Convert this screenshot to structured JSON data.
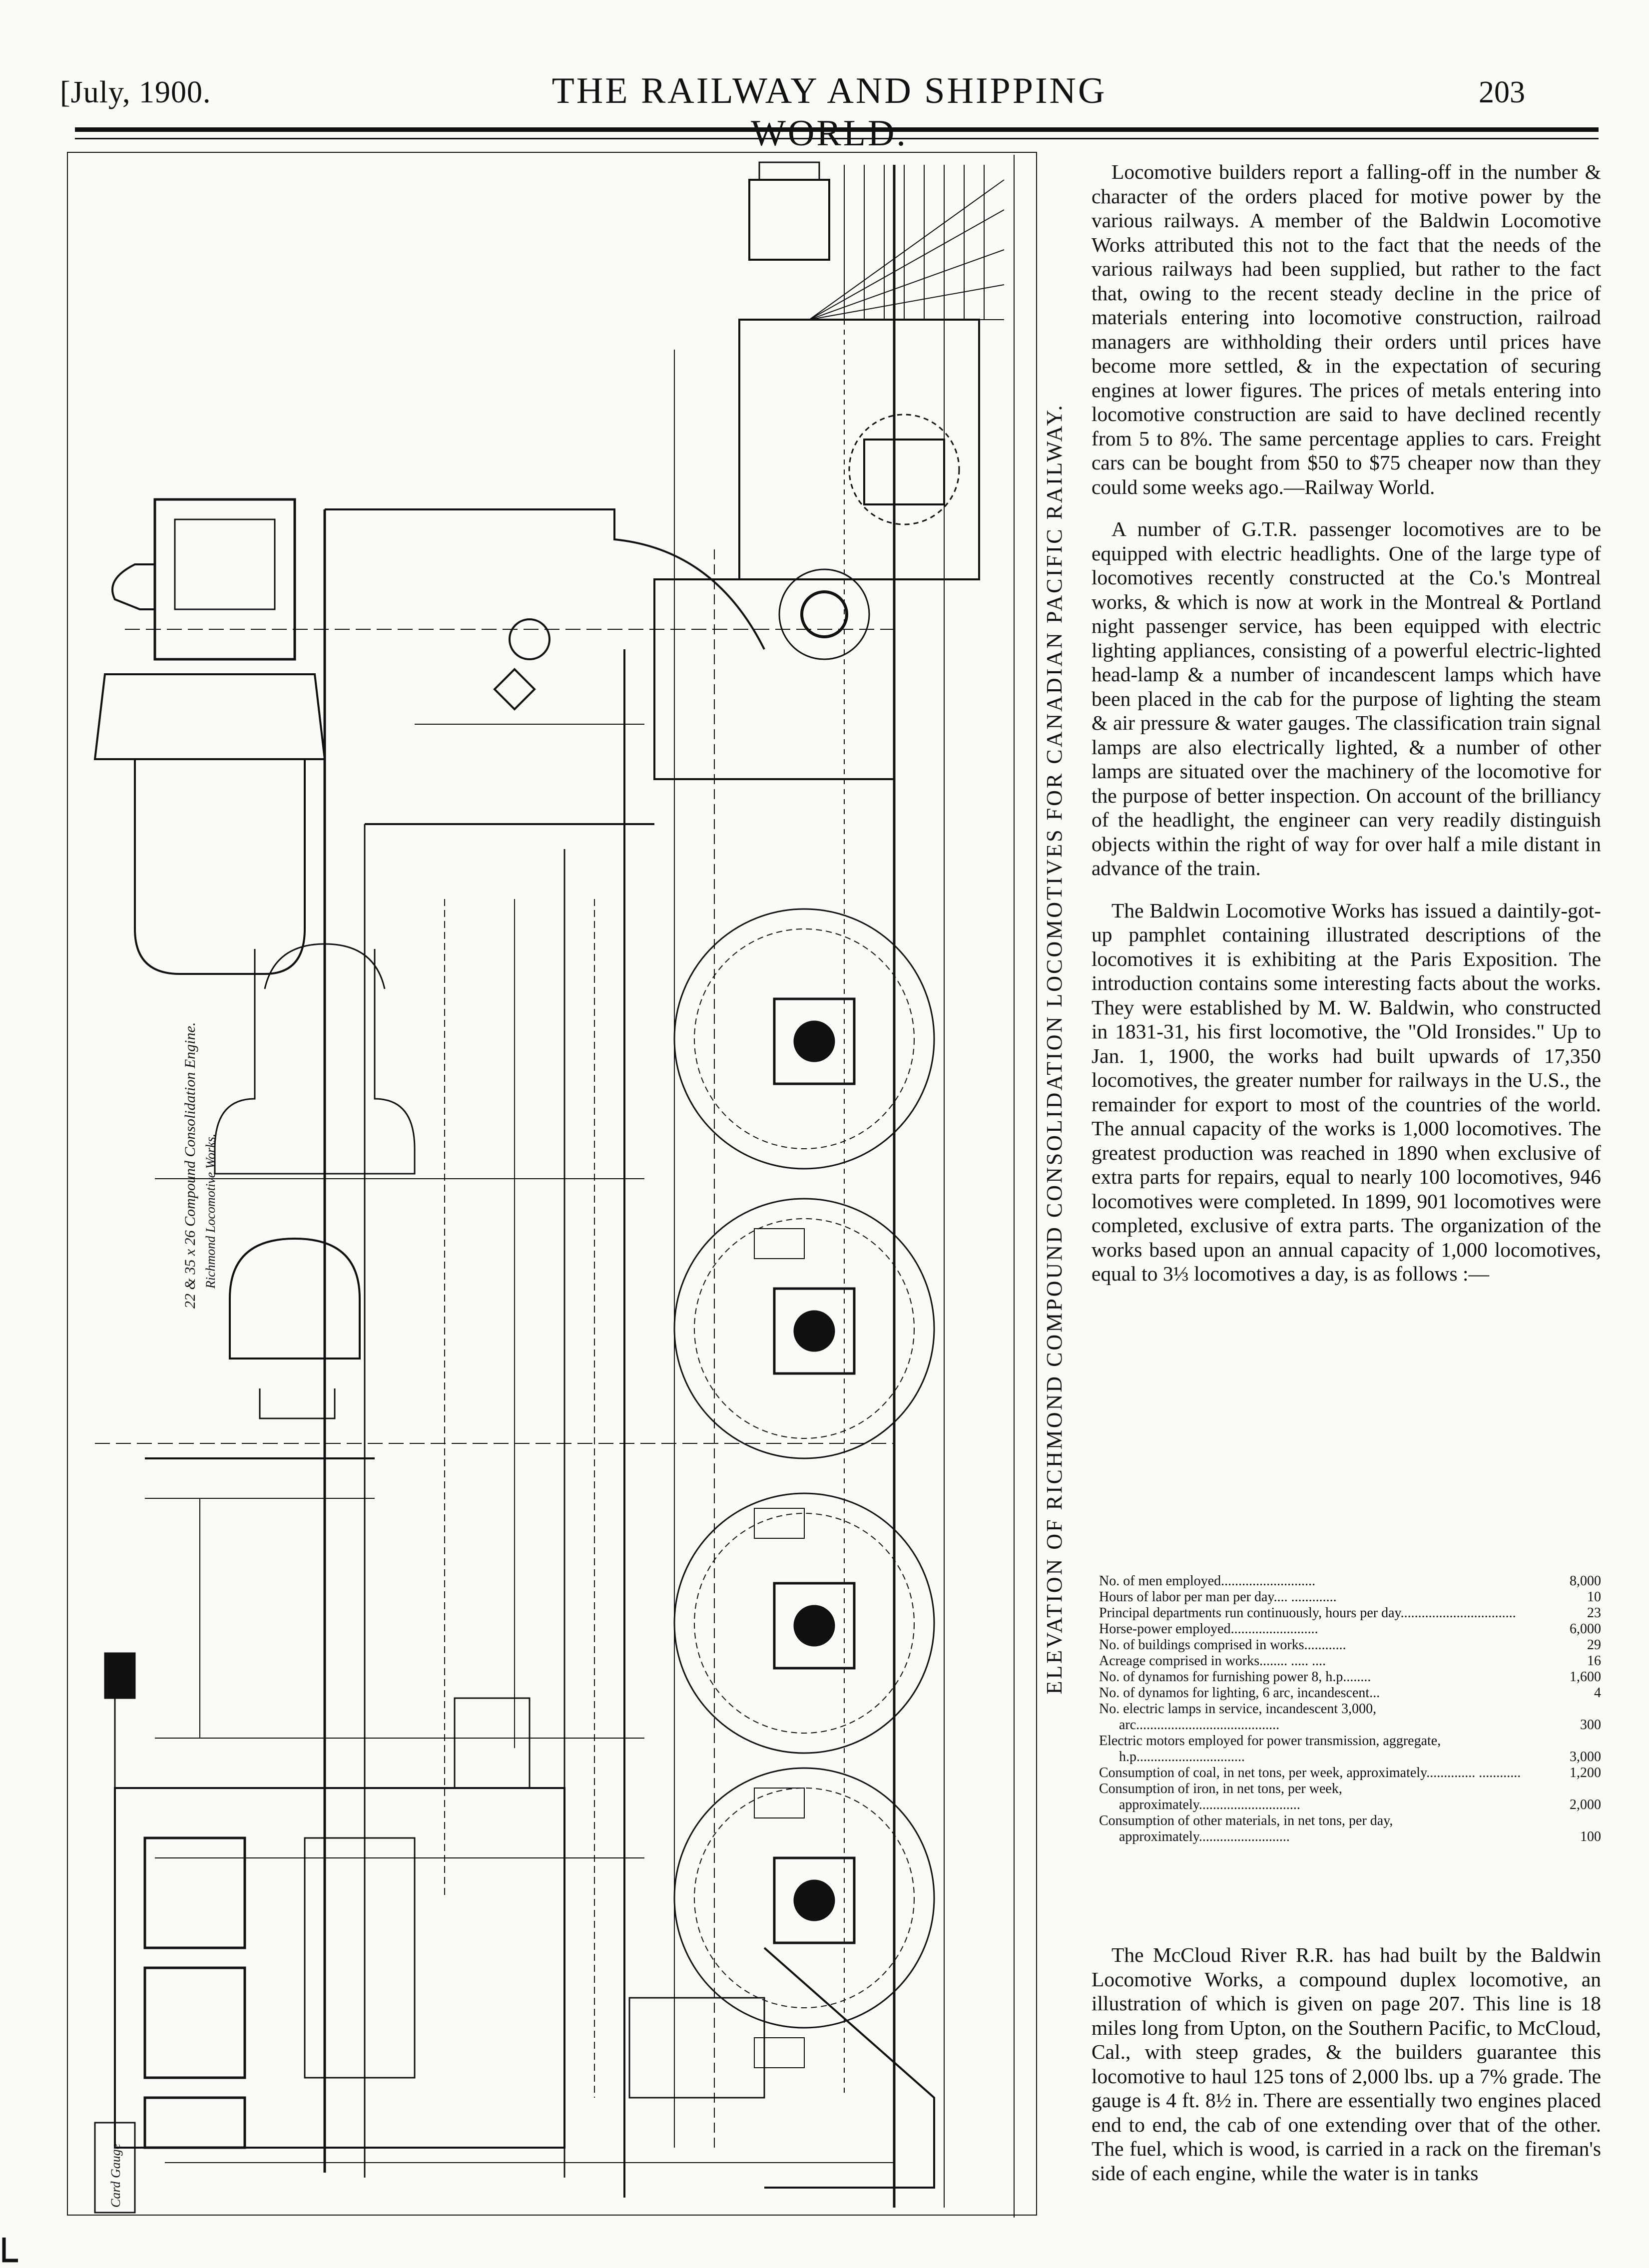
{
  "header": {
    "date": "[July, 1900.",
    "title": "THE RAILWAY AND SHIPPING WORLD.",
    "page_number": "203"
  },
  "figure": {
    "caption": "ELEVATION OF RICHMOND COMPOUND CONSOLIDATION LOCOMOTIVES FOR CANADIAN PACIFIC RAILWAY.",
    "drawing_title": "22 & 35 x 26 Compound Consolidation Engine.",
    "drawing_maker": "Richmond Locomotive Works.",
    "gauge_stamp": "Card Gauge"
  },
  "article": {
    "p1": "Locomotive builders report a falling-off in the number & character of the orders placed for motive power by the various railways. A member of the Baldwin Locomotive Works attributed this not to the fact that the needs of the various railways had been supplied, but rather to the fact that, owing to the recent steady decline in the price of materials entering into locomotive construction, railroad managers are withholding their orders until prices have become more settled, & in the expectation of securing engines at lower figures. The prices of metals entering into locomotive construction are said to have declined recently from 5 to 8%. The same percentage applies to cars. Freight cars can be bought from $50 to $75 cheaper now than they could some weeks ago.—Railway World.",
    "p2": "A number of G.T.R. passenger locomotives are to be equipped with electric headlights. One of the large type of locomotives recently constructed at the Co.'s Montreal works, & which is now at work in the Montreal & Portland night passenger service, has been equipped with electric lighting appliances, consisting of a powerful electric-lighted head-lamp & a number of incandescent lamps which have been placed in the cab for the purpose of lighting the steam & air pressure & water gauges. The classification train signal lamps are also electrically lighted, & a number of other lamps are situated over the machinery of the locomotive for the purpose of better inspection. On account of the brilliancy of the headlight, the engineer can very readily distinguish objects within the right of way for over half a mile distant in advance of the train.",
    "p3": "The Baldwin Locomotive Works has issued a daintily-got-up pamphlet containing illustrated descriptions of the locomotives it is exhibiting at the Paris Exposition. The introduction contains some interesting facts about the works. They were established by M. W. Baldwin, who constructed in 1831-31, his first locomotive, the \"Old Ironsides.\" Up to Jan. 1, 1900, the works had built upwards of 17,350 locomotives, the greater number for railways in the U.S., the remainder for export to most of the countries of the world. The annual capacity of the works is 1,000 locomotives. The greatest production was reached in 1890 when exclusive of extra parts for repairs, equal to nearly 100 locomotives, 946 locomotives were completed. In 1899, 901 locomotives were completed, exclusive of extra parts. The organization of the works based upon an annual capacity of 1,000 locomotives, equal to 3⅓ locomotives a day, is as follows :—",
    "stats": [
      {
        "label": "No. of men employed...........................",
        "value": "8,000"
      },
      {
        "label": "Hours of labor per man per day.... .............",
        "value": "10"
      },
      {
        "label": "Principal departments run continuously, hours per day.................................",
        "value": "23"
      },
      {
        "label": "Horse-power employed.........................",
        "value": "6,000"
      },
      {
        "label": "No. of buildings comprised in works............",
        "value": "29"
      },
      {
        "label": "Acreage comprised in works........ ..... ....",
        "value": "16"
      },
      {
        "label": "No. of dynamos for furnishing power 8, h.p........",
        "value": "1,600"
      },
      {
        "label": "No. of dynamos for lighting, 6 arc, incandescent...",
        "value": "4"
      },
      {
        "label": "No. electric lamps in service, incandescent 3,000, arc.........................................",
        "value": "300"
      },
      {
        "label": "Electric motors employed for power transmission, aggregate, h.p...............................",
        "value": "3,000"
      },
      {
        "label": "Consumption of coal, in net tons, per week, approximately.............. ............",
        "value": "1,200"
      },
      {
        "label": "Consumption of iron, in net tons, per week, approximately.............................",
        "value": "2,000"
      },
      {
        "label": "Consumption of other materials, in net tons, per day, approximately..........................",
        "value": "100"
      }
    ],
    "p4": "The McCloud River R.R. has had built by the Baldwin Locomotive Works, a compound duplex locomotive, an illustration of which is given on page 207. This line is 18 miles long from Upton, on the Southern Pacific, to McCloud, Cal., with steep grades, & the builders guarantee this locomotive to haul 125 tons of 2,000 lbs. up a 7% grade. The gauge is 4 ft. 8½ in. There are essentially two engines placed end to end, the cab of one extending over that of the other. The fuel, which is wood, is carried in a rack on the fireman's side of each engine, while the water is in tanks"
  }
}
